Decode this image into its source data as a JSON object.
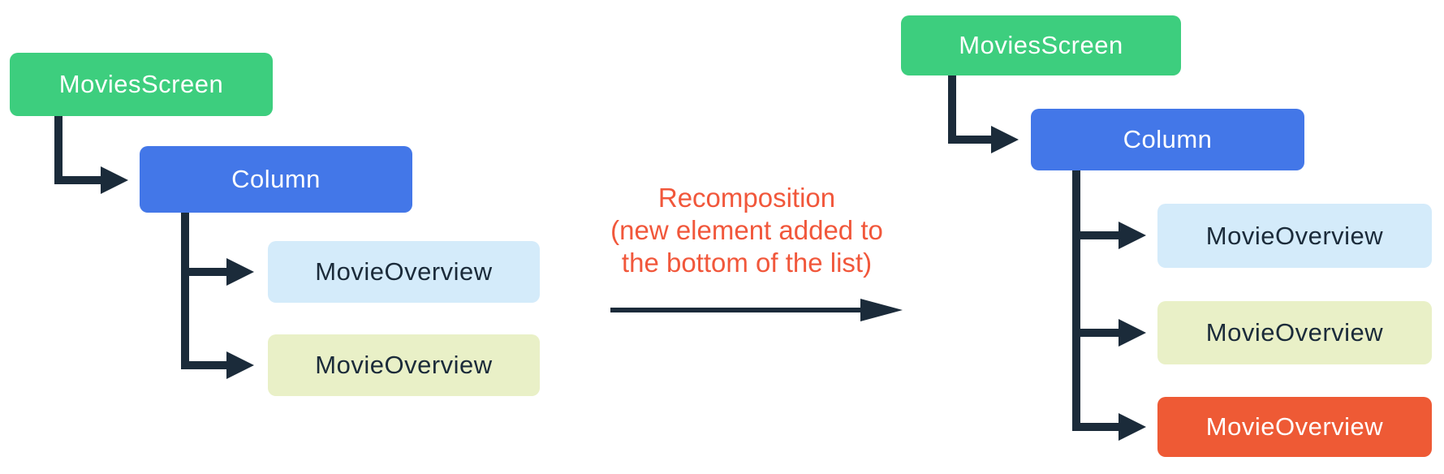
{
  "caption": {
    "lines": [
      "Recomposition",
      "(new element added to",
      "the bottom of the list)"
    ]
  },
  "left_tree": {
    "root_label": "MoviesScreen",
    "column_label": "Column",
    "children": [
      "MovieOverview",
      "MovieOverview"
    ]
  },
  "right_tree": {
    "root_label": "MoviesScreen",
    "column_label": "Column",
    "children": [
      "MovieOverview",
      "MovieOverview",
      "MovieOverview"
    ],
    "highlighted_child_index": 2
  },
  "colors": {
    "green": "#3dce7e",
    "blue": "#4377e8",
    "light_blue": "#d4ebfa",
    "pale_yellow": "#e9f0c7",
    "orange": "#ee5a35",
    "caption_orange": "#f1573b",
    "navy": "#1b2b3a"
  }
}
